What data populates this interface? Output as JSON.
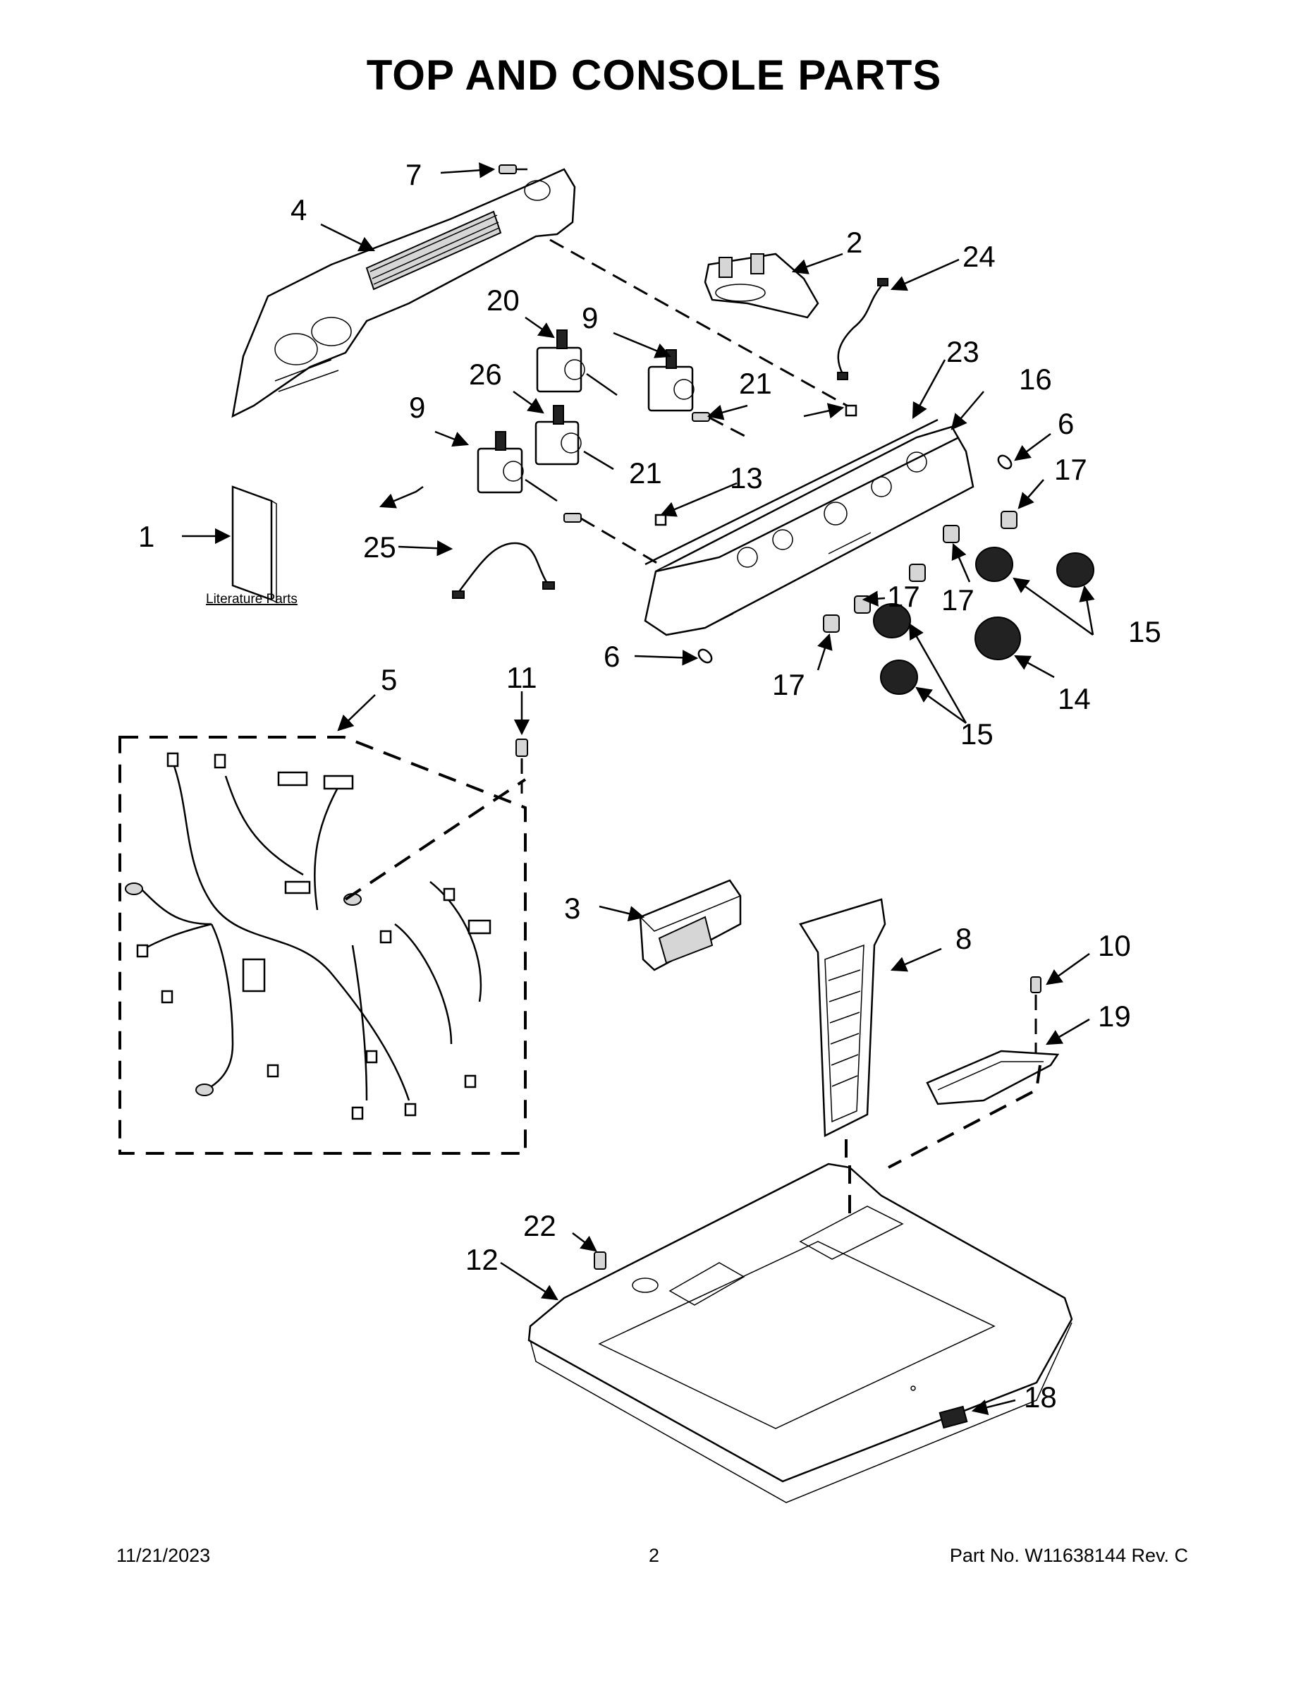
{
  "title": "TOP AND CONSOLE PARTS",
  "literature_label": "Literature Parts",
  "callouts": [
    {
      "id": "c1",
      "text": "1"
    },
    {
      "id": "c2",
      "text": "2"
    },
    {
      "id": "c3",
      "text": "3"
    },
    {
      "id": "c4",
      "text": "4"
    },
    {
      "id": "c5",
      "text": "5"
    },
    {
      "id": "c6a",
      "text": "6"
    },
    {
      "id": "c6b",
      "text": "6"
    },
    {
      "id": "c7",
      "text": "7"
    },
    {
      "id": "c8",
      "text": "8"
    },
    {
      "id": "c9a",
      "text": "9"
    },
    {
      "id": "c9b",
      "text": "9"
    },
    {
      "id": "c10",
      "text": "10"
    },
    {
      "id": "c11",
      "text": "11"
    },
    {
      "id": "c12",
      "text": "12"
    },
    {
      "id": "c13",
      "text": "13"
    },
    {
      "id": "c14",
      "text": "14"
    },
    {
      "id": "c15a",
      "text": "15"
    },
    {
      "id": "c15b",
      "text": "15"
    },
    {
      "id": "c16",
      "text": "16"
    },
    {
      "id": "c17a",
      "text": "17"
    },
    {
      "id": "c17b",
      "text": "17"
    },
    {
      "id": "c17c",
      "text": "17"
    },
    {
      "id": "c17d",
      "text": "17"
    },
    {
      "id": "c18",
      "text": "18"
    },
    {
      "id": "c19",
      "text": "19"
    },
    {
      "id": "c20",
      "text": "20"
    },
    {
      "id": "c21a",
      "text": "21"
    },
    {
      "id": "c21b",
      "text": "21"
    },
    {
      "id": "c22",
      "text": "22"
    },
    {
      "id": "c23",
      "text": "23"
    },
    {
      "id": "c24",
      "text": "24"
    },
    {
      "id": "c25",
      "text": "25"
    },
    {
      "id": "c26",
      "text": "26"
    }
  ],
  "footer": {
    "date": "11/21/2023",
    "page": "2",
    "part_number": "Part No.  W11638144  Rev.  C"
  }
}
